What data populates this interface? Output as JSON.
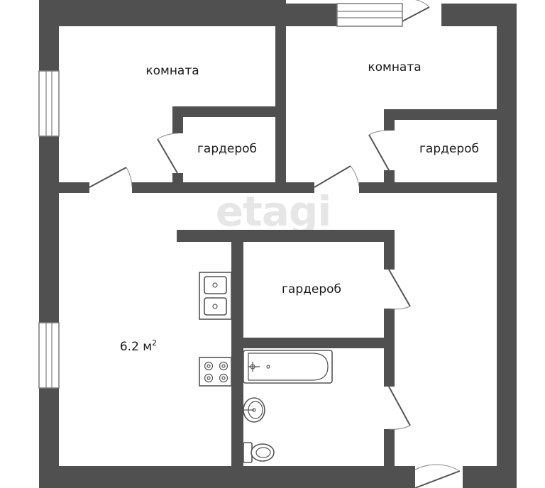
{
  "rooms": {
    "room_1_label": "комната",
    "room_2_label": "комната",
    "closet_1_label": "гардероб",
    "closet_2_label": "гардероб",
    "closet_3_label": "гардероб",
    "kitchen_area_value": "6.2 м",
    "kitchen_area_unit_sup": "2"
  },
  "watermark": {
    "text": "etagi"
  },
  "colors": {
    "wall": "#505050",
    "background": "#ffffff",
    "fixture_stroke": "#555555"
  }
}
